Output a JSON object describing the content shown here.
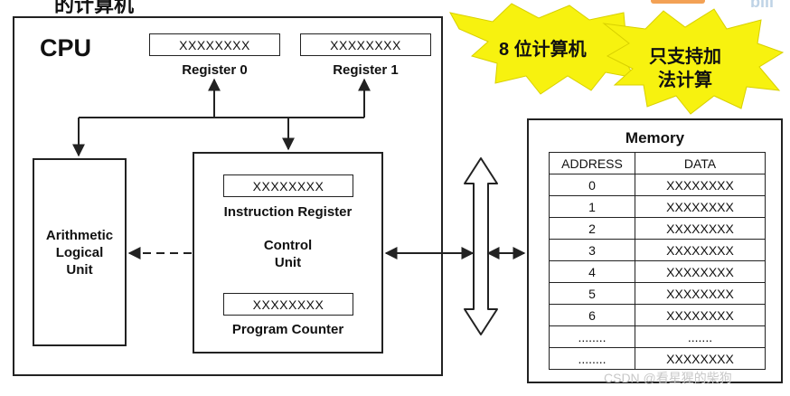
{
  "header": {
    "title_fragment": "的计算机",
    "logo_text": "bili"
  },
  "cpu": {
    "title": "CPU",
    "registers": [
      {
        "value": "XXXXXXXX",
        "label": "Register 0"
      },
      {
        "value": "XXXXXXXX",
        "label": "Register 1"
      }
    ],
    "alu": {
      "label": "Arithmetic Logical Unit"
    },
    "control_unit": {
      "label_line1": "Control",
      "label_line2": "Unit",
      "instruction_register": {
        "value": "XXXXXXXX",
        "label": "Instruction Register"
      },
      "program_counter": {
        "value": "XXXXXXXX",
        "label": "Program Counter"
      }
    }
  },
  "callouts": {
    "bits": "8 位计算机",
    "add_line1": "只支持加",
    "add_line2": "法计算"
  },
  "memory": {
    "title": "Memory",
    "headers": [
      "ADDRESS",
      "DATA"
    ],
    "rows": [
      [
        "0",
        "XXXXXXXX"
      ],
      [
        "1",
        "XXXXXXXX"
      ],
      [
        "2",
        "XXXXXXXX"
      ],
      [
        "3",
        "XXXXXXXX"
      ],
      [
        "4",
        "XXXXXXXX"
      ],
      [
        "5",
        "XXXXXXXX"
      ],
      [
        "6",
        "XXXXXXXX"
      ],
      [
        "........",
        "......."
      ],
      [
        "........",
        "XXXXXXXX"
      ]
    ]
  },
  "watermark": "CSDN @看星猩的柴狗",
  "colors": {
    "starburst": "#f7f20f",
    "outline": "#222222",
    "highlight": "#f6c060"
  }
}
